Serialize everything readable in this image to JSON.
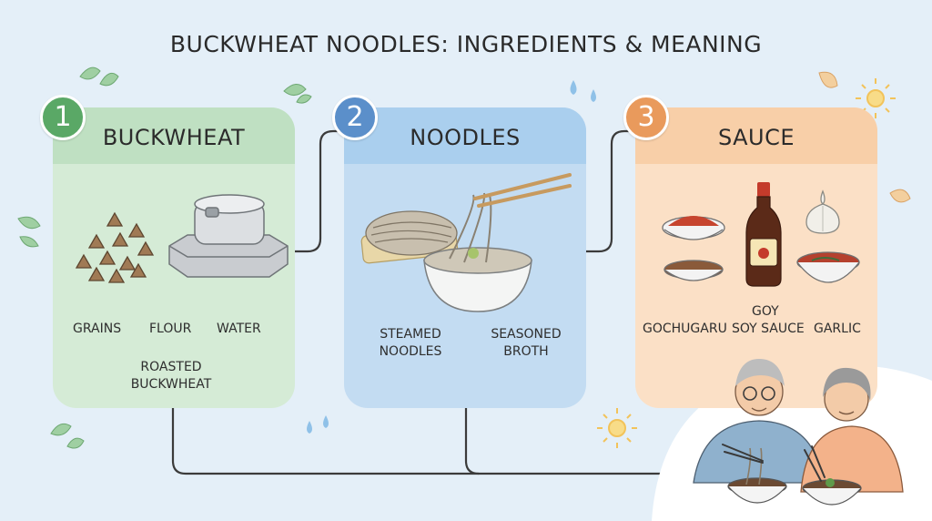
{
  "title": "BUCKWHEAT NOODLES: INGREDIENTS & MEANING",
  "steps": [
    {
      "number": "1",
      "heading": "BUCKWHEAT",
      "color": "#5aa866",
      "labels": {
        "grains": "GRAINS",
        "flour": "FLOUR",
        "water": "WATER",
        "roasted_line1": "ROASTED",
        "roasted_line2": "BUCKWHEAT"
      }
    },
    {
      "number": "2",
      "heading": "NOODLES",
      "color": "#5b8fca",
      "labels": {
        "steamed_line1": "STEAMED",
        "steamed_line2": "NOODLES",
        "seasoned_line1": "SEASONED",
        "seasoned_line2": "BROTH"
      }
    },
    {
      "number": "3",
      "heading": "SAUCE",
      "color": "#e99a5c",
      "labels": {
        "goy": "GOY",
        "gochugaru": "GOCHUGARU",
        "soy_sauce": "SOY SAUCE",
        "garlic": "GARLIC"
      }
    }
  ]
}
